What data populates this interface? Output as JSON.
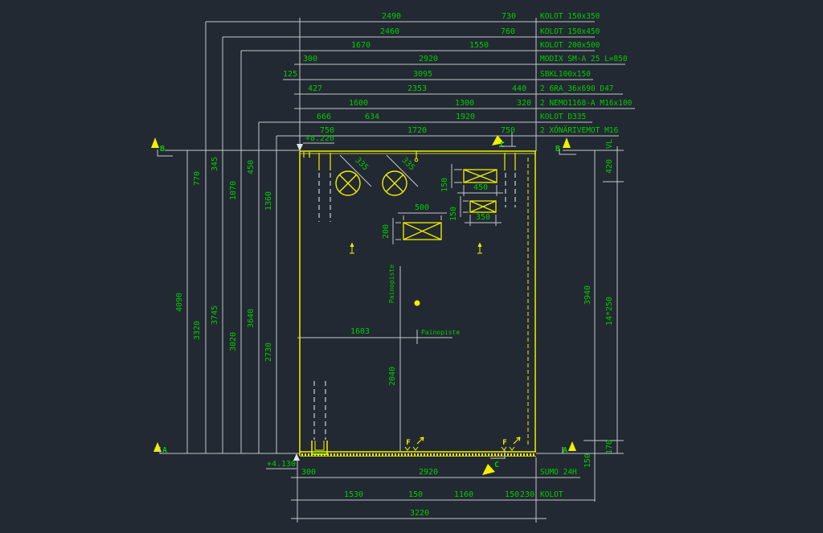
{
  "drawing": {
    "top_dimensions": {
      "r1a": "2490",
      "r1b": "730",
      "r2a": "2460",
      "r2b": "760",
      "r3a": "1670",
      "r3b": "1550",
      "r4a": "300",
      "r4b": "2920",
      "r5a": "125",
      "r5b": "3095",
      "r6a": "427",
      "r6b": "2353",
      "r6c": "440",
      "r7a": "1600",
      "r7b": "1300",
      "r7c": "320",
      "r8a": "666",
      "r8b": "634",
      "r8c": "1920",
      "r9a": "750",
      "r9b": "1720",
      "r9c": "750"
    },
    "part_labels": {
      "r1": "KOLOT 150x350",
      "r2": "KOLOT 150x450",
      "r3": "KOLOT 200x500",
      "r4": "MODIX SM-A 25 L=850",
      "r5": "SBKL100x150",
      "r6": "2 6RA_36x690 D47",
      "r7": "2 NEMO1168-A M16x100",
      "r8": "KOLOT D335",
      "r9": "2 XÖNÄRIVEMOT M16",
      "bottom1": "SUMO 24H",
      "bottom2": "KOLOT"
    },
    "left_dimensions": {
      "l1": "4090",
      "l2a": "770",
      "l2b": "3320",
      "l3a": "345",
      "l3b": "3745",
      "l4a": "1070",
      "l4b": "3020",
      "l5a": "450",
      "l5b": "3640",
      "l6a": "1360",
      "l6b": "2730"
    },
    "right_dimensions": {
      "vl": "VL",
      "r1a": "3940",
      "r1b": "150",
      "r2a": "420",
      "r2b": "14*250",
      "r2c": "170"
    },
    "bottom_dimensions": {
      "r1a": "300",
      "r1b": "2920",
      "r2a": "1530",
      "r2b": "150",
      "r2c": "1160",
      "r2d": "150",
      "r2e": "230",
      "r3": "3220"
    },
    "interior_dimensions": {
      "diag1": "335",
      "diag2": "335",
      "rectA_w": "450",
      "rectA_h": "150",
      "rectB_w": "350",
      "rectB_h": "150",
      "rectC_w": "500",
      "rectC_h": "200",
      "centroid_x": "1603",
      "centroid_y": "2040",
      "painopiste_v": "Painopiste",
      "painopiste_h": "Painopiste"
    },
    "levels": {
      "top": "+8.220",
      "bottom": "+4.130"
    },
    "section_markers": {
      "b_left": "B",
      "b_right": "B",
      "c_top": "C",
      "c_bottom": "C",
      "a_left": "A",
      "a_right": "A"
    },
    "annotations": {
      "f1": "F",
      "f2": "F"
    },
    "colors": {
      "background": "#232932",
      "dimension_text": "#00cc00",
      "geometry": "#f0f000",
      "dimension_lines": "#c3c8cc"
    }
  }
}
